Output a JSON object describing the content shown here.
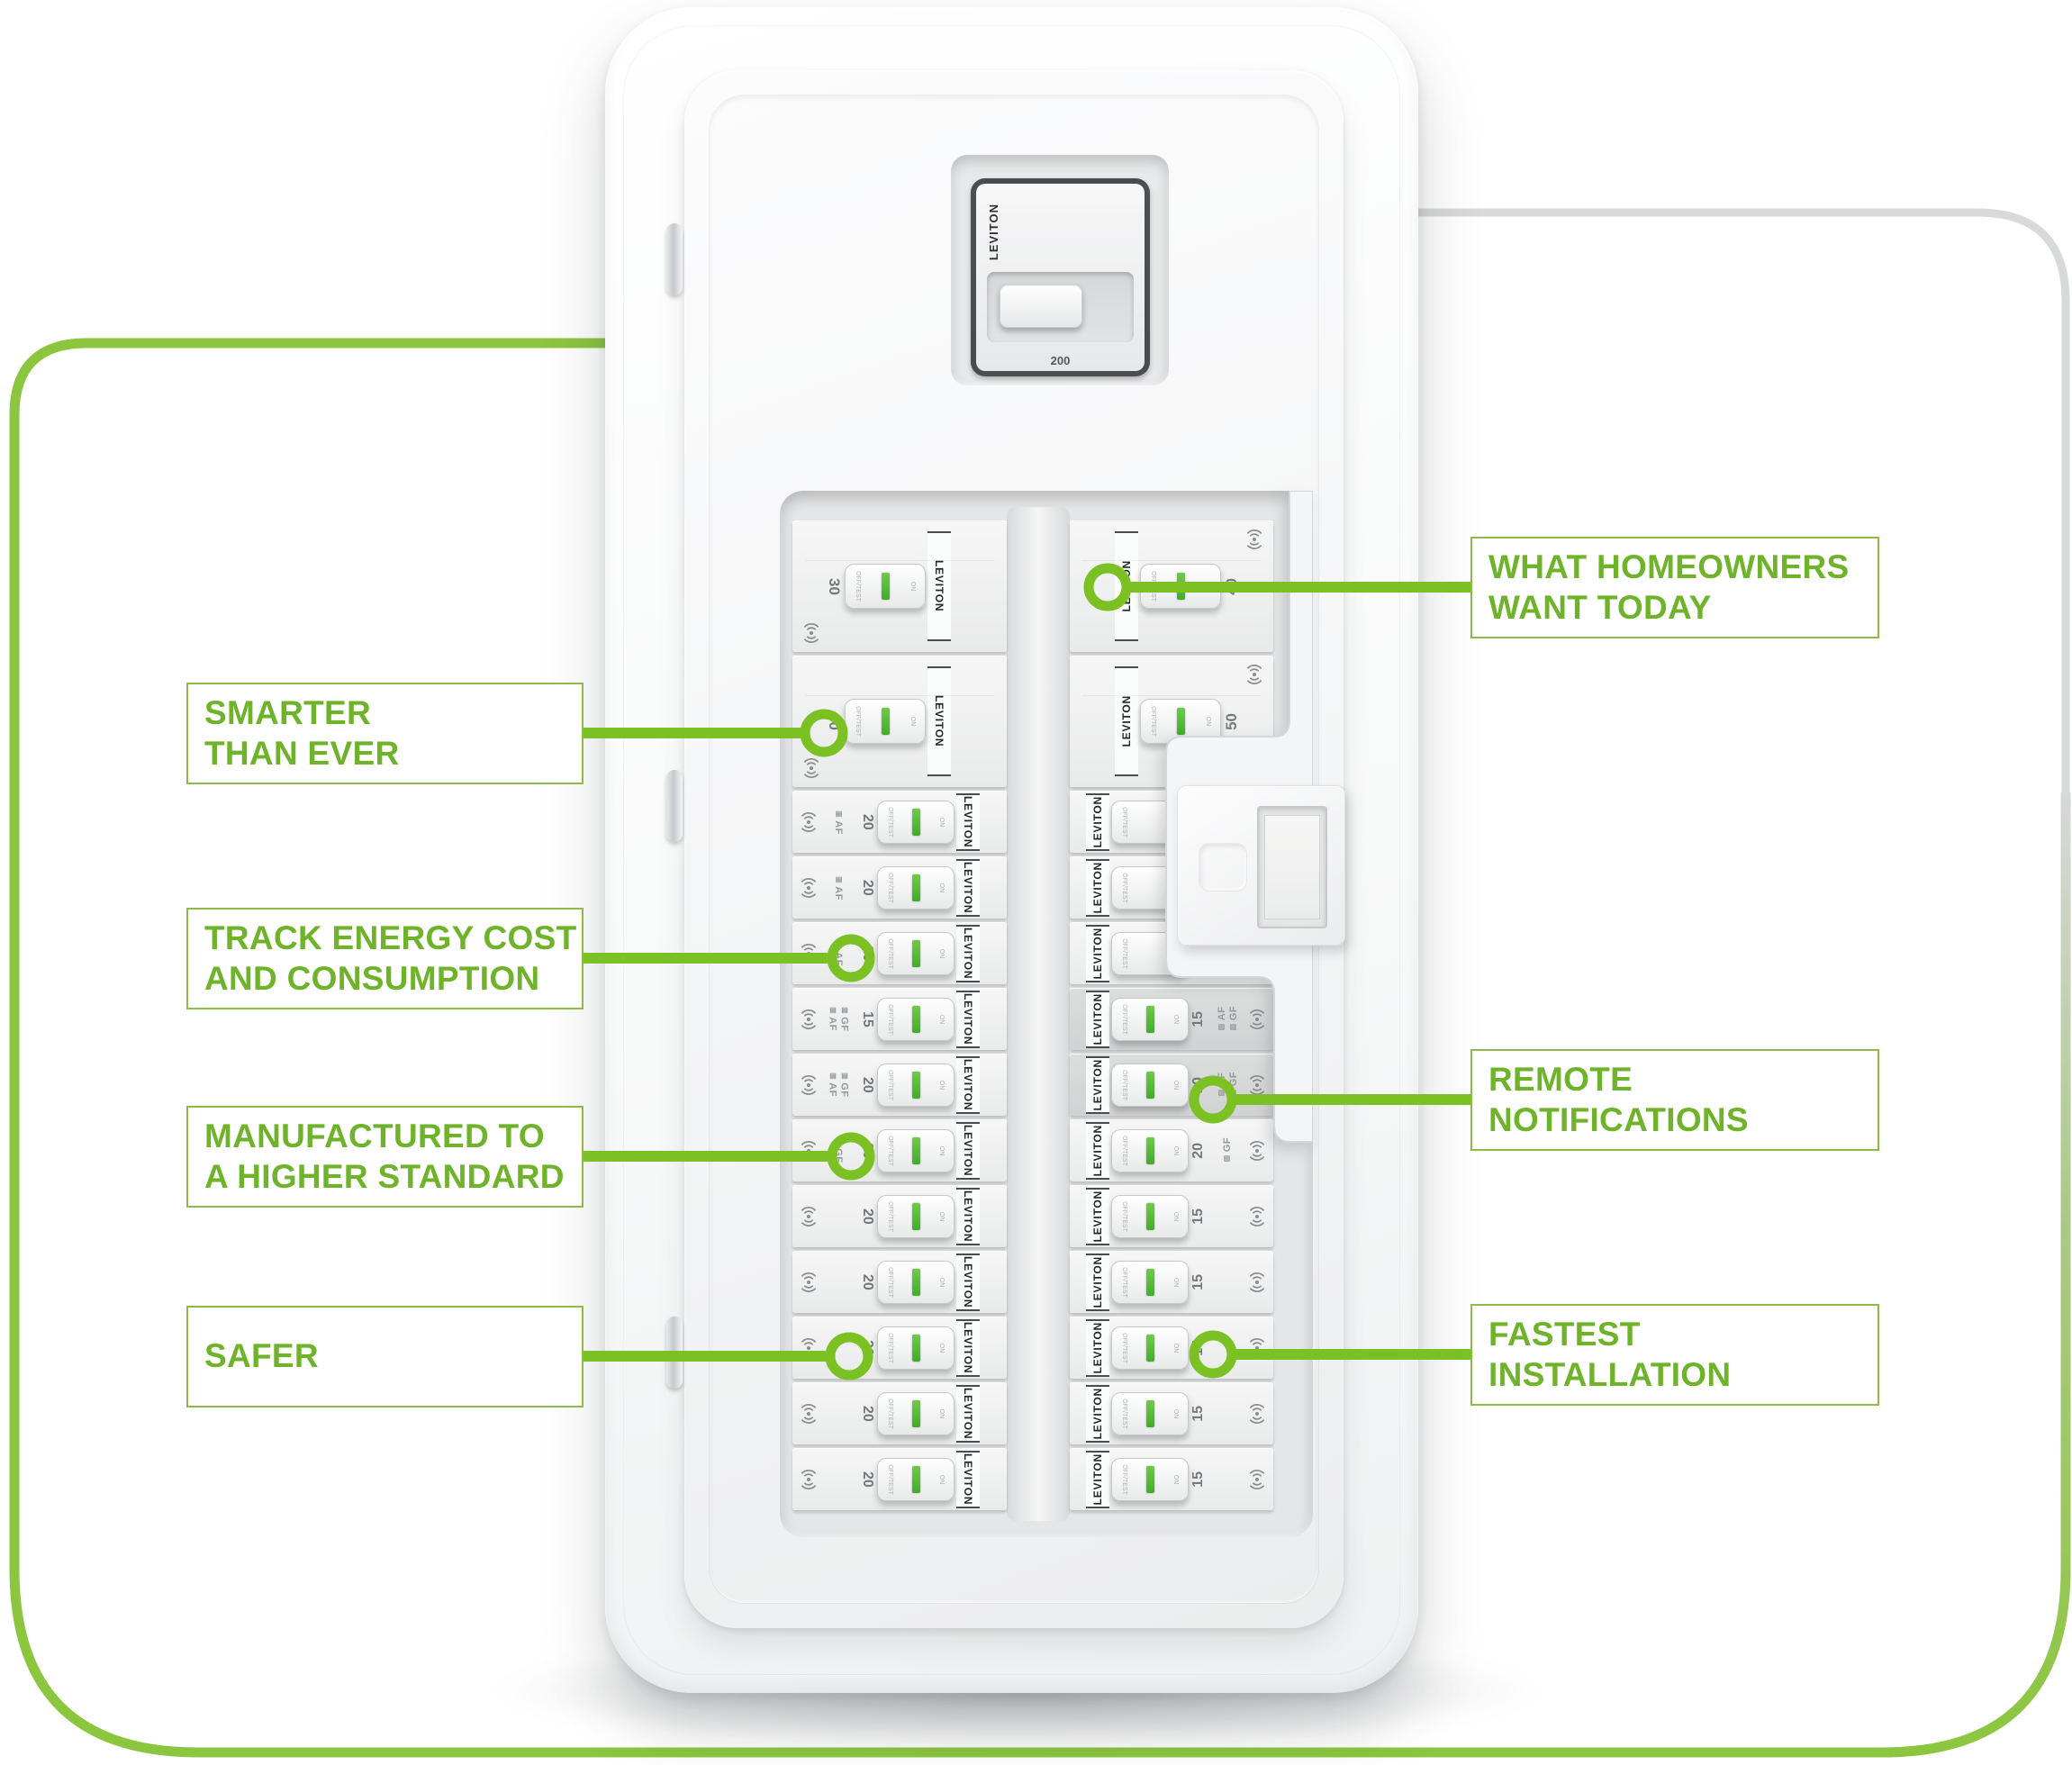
{
  "colors": {
    "accent_green": "#7cc123",
    "frame_green": "#8cc63f",
    "frame_gray": "#d7d9da",
    "heading_green": "#6eb32a",
    "box_border_green": "#8eba4a",
    "toggle_indicator_green": "#4db52e"
  },
  "callouts": {
    "left": [
      {
        "label": "SMARTER\nTHAN EVER"
      },
      {
        "label": "TRACK ENERGY COST\nAND CONSUMPTION"
      },
      {
        "label": "MANUFACTURED TO\nA HIGHER STANDARD"
      },
      {
        "label": "SAFER"
      }
    ],
    "right": [
      {
        "label": "WHAT HOMEOWNERS\nWANT TODAY"
      },
      {
        "label": "REMOTE\nNOTIFICATIONS"
      },
      {
        "label": "FASTEST INSTALLATION"
      }
    ]
  },
  "panel": {
    "brand": "LEVITON",
    "main_breaker": {
      "brand": "LEVITON",
      "amp": "200"
    },
    "toggle": {
      "on": "ON",
      "off": "OFF/TEST"
    },
    "left_column": [
      {
        "type": "double",
        "amp": "30",
        "tags": [],
        "wifi": true,
        "green": true
      },
      {
        "type": "double",
        "amp": "30",
        "tags": [],
        "wifi": true,
        "green": true
      },
      {
        "type": "single",
        "amp": "20",
        "tags": [
          "AF"
        ],
        "wifi": true,
        "green": true
      },
      {
        "type": "single",
        "amp": "20",
        "tags": [
          "AF"
        ],
        "wifi": true,
        "green": true
      },
      {
        "type": "single",
        "amp": "20",
        "tags": [
          "AF"
        ],
        "wifi": true,
        "green": true
      },
      {
        "type": "single",
        "amp": "15",
        "tags": [
          "AF",
          "GF"
        ],
        "wifi": true,
        "green": true
      },
      {
        "type": "single",
        "amp": "20",
        "tags": [
          "AF",
          "GF"
        ],
        "wifi": true,
        "green": true
      },
      {
        "type": "single",
        "amp": "20",
        "tags": [
          "GF"
        ],
        "wifi": true,
        "green": true
      },
      {
        "type": "single",
        "amp": "20",
        "tags": [],
        "wifi": true,
        "green": true
      },
      {
        "type": "single",
        "amp": "20",
        "tags": [],
        "wifi": true,
        "green": true
      },
      {
        "type": "single",
        "amp": "20",
        "tags": [],
        "wifi": true,
        "green": true
      },
      {
        "type": "single",
        "amp": "20",
        "tags": [],
        "wifi": true,
        "green": true
      },
      {
        "type": "single",
        "amp": "20",
        "tags": [],
        "wifi": true,
        "green": true
      }
    ],
    "right_column": [
      {
        "type": "double",
        "amp": "40",
        "tags": [],
        "wifi": true,
        "green": true
      },
      {
        "type": "double",
        "amp": "50",
        "tags": [],
        "wifi": true,
        "green": true
      },
      {
        "type": "single",
        "amp": "",
        "tags": [],
        "wifi": false,
        "green": false,
        "clipped": true
      },
      {
        "type": "single",
        "amp": "",
        "tags": [],
        "wifi": false,
        "green": false,
        "clipped": true
      },
      {
        "type": "single",
        "amp": "",
        "tags": [],
        "wifi": false,
        "green": false,
        "clipped": true
      },
      {
        "type": "single",
        "amp": "15",
        "tags": [
          "AF",
          "GF"
        ],
        "wifi": true,
        "green": true,
        "shaded": true
      },
      {
        "type": "single",
        "amp": "20",
        "tags": [
          "AF",
          "GF"
        ],
        "wifi": true,
        "green": true,
        "shaded": true
      },
      {
        "type": "single",
        "amp": "20",
        "tags": [
          "GF"
        ],
        "wifi": true,
        "green": true
      },
      {
        "type": "single",
        "amp": "15",
        "tags": [],
        "wifi": true,
        "green": true
      },
      {
        "type": "single",
        "amp": "15",
        "tags": [],
        "wifi": true,
        "green": true
      },
      {
        "type": "single",
        "amp": "15",
        "tags": [],
        "wifi": true,
        "green": true
      },
      {
        "type": "single",
        "amp": "15",
        "tags": [],
        "wifi": true,
        "green": true
      },
      {
        "type": "single",
        "amp": "15",
        "tags": [],
        "wifi": true,
        "green": true
      }
    ]
  }
}
